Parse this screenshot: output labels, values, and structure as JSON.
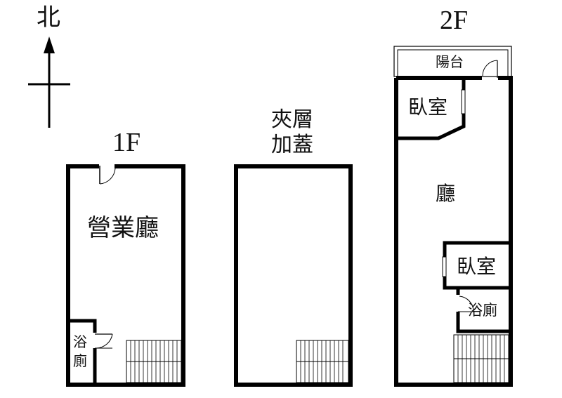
{
  "compass": {
    "north_label": "北"
  },
  "floors": {
    "first": {
      "title": "1F",
      "rooms": {
        "hall": "營業廳",
        "bath_line1": "浴",
        "bath_line2": "廁"
      }
    },
    "mezzanine": {
      "title_line1": "夾層",
      "title_line2": "加蓋"
    },
    "second": {
      "title": "2F",
      "rooms": {
        "balcony": "陽台",
        "bedroom_top": "臥室",
        "living": "廳",
        "bedroom_mid": "臥室",
        "bath": "浴廁"
      }
    }
  }
}
